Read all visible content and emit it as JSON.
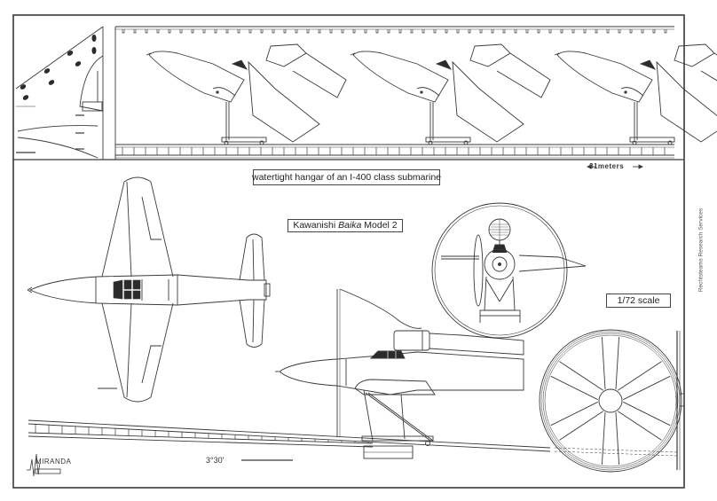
{
  "sheet": {
    "title": "Kawanishi Baika Model 2 scale drawing sheet",
    "line_color": "#3a3a3a",
    "paper_color": "#ffffff",
    "canopy_fill": "#2b2b2b"
  },
  "labels": {
    "hangar_caption": "watertight hangar of an I-400 class submarine",
    "model_prefix": "Kawanishi ",
    "model_italic": "Baika",
    "model_suffix": " Model 2",
    "scale": "1/72 scale",
    "length_dimension": "31meters",
    "ramp_angle": "3°30'",
    "credit": "Rechtsteams Research Services",
    "logo": "MIRANDA"
  },
  "views": [
    {
      "name": "hangar-side-section",
      "description": "Side section of hangar with three aircraft on cradles"
    },
    {
      "name": "plan-view",
      "description": "Top view of aircraft"
    },
    {
      "name": "front-view",
      "description": "Front view inside hangar cross-section circle"
    },
    {
      "name": "side-view-launch",
      "description": "Side view on catapult ramp"
    },
    {
      "name": "hangar-door",
      "description": "Hangar door front view with spokes"
    }
  ]
}
